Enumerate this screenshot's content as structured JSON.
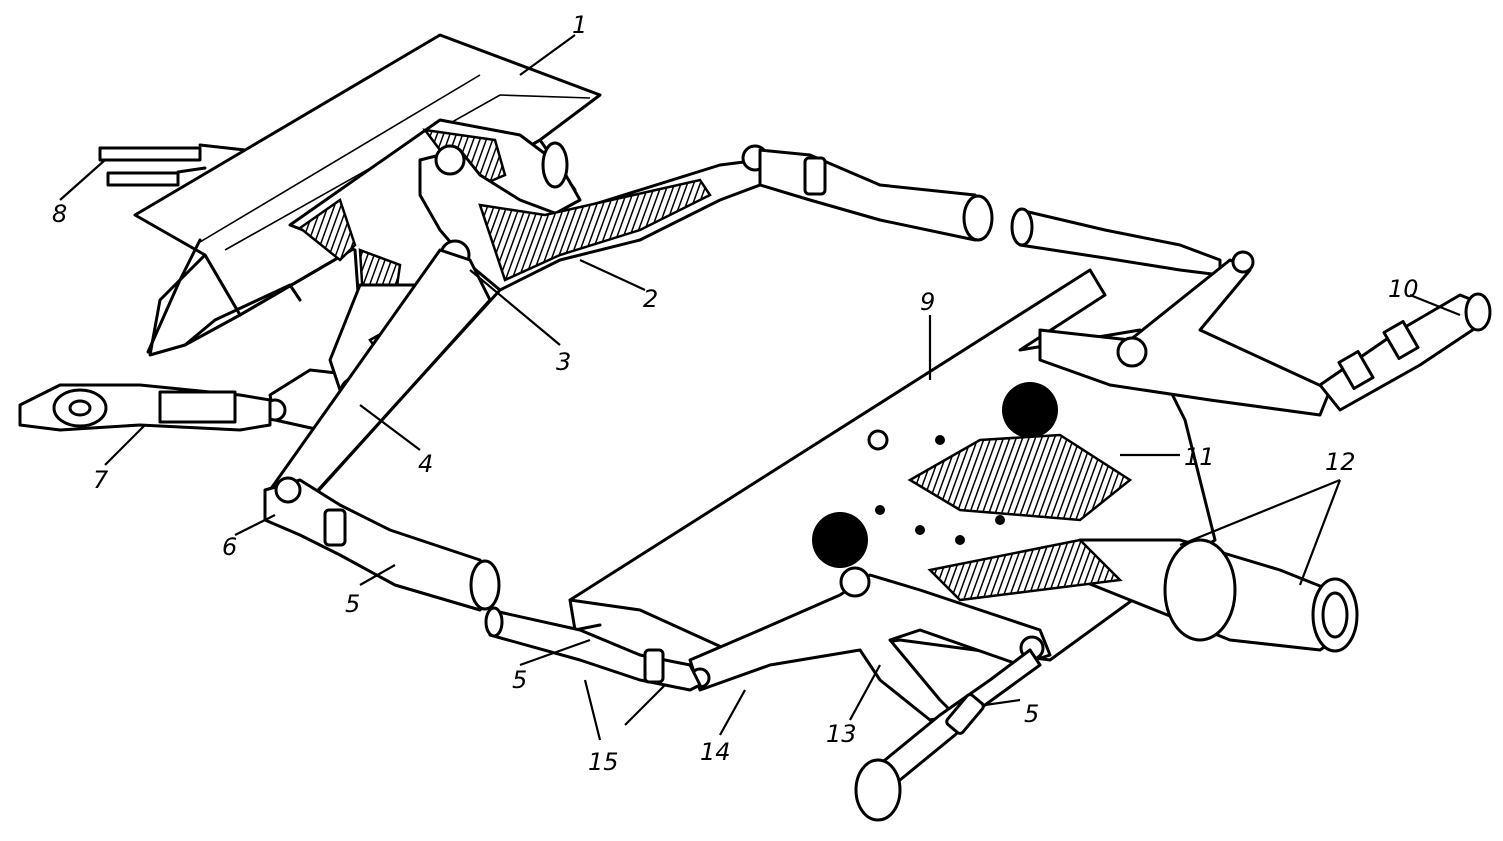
{
  "figure": {
    "callouts": {
      "c1": "1",
      "c2": "2",
      "c3": "3",
      "c4": "4",
      "c5a": "5",
      "c5b": "5",
      "c5c": "5",
      "c6": "6",
      "c7": "7",
      "c8": "8",
      "c9": "9",
      "c10": "10",
      "c11": "11",
      "c12": "12",
      "c13": "13",
      "c14": "14",
      "c15": "15"
    }
  }
}
